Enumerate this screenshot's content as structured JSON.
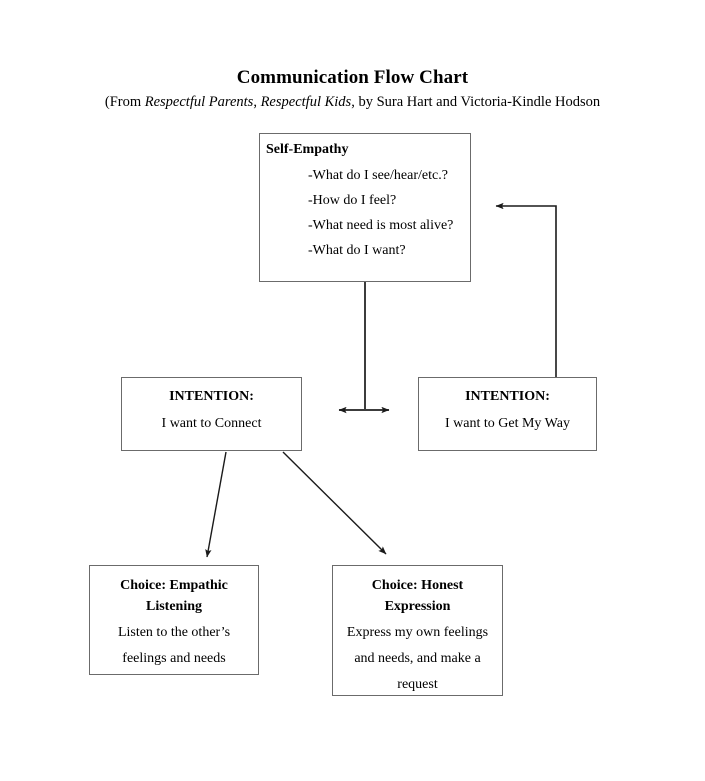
{
  "document": {
    "title": "Communication Flow Chart",
    "attribution": {
      "prefix": "(From ",
      "work_1": "Respectful Parents",
      "separator": ", ",
      "work_2": "Respectful Kids",
      "suffix": ", by Sura Hart and Victoria-Kindle Hodson"
    }
  },
  "nodes": {
    "self_empathy": {
      "heading": "Self-Empathy",
      "questions": [
        "-What do I see/hear/etc.?",
        "-How do I feel?",
        "-What need is most alive?",
        "-What do I want?"
      ]
    },
    "intention_connect": {
      "title": "INTENTION:",
      "body": "I want to Connect"
    },
    "intention_get_my_way": {
      "title": "INTENTION:",
      "body": "I want to Get My Way"
    },
    "choice_empathic": {
      "title_line_1": "Choice: Empathic",
      "title_line_2": "Listening",
      "body_line_1": "Listen to the other’s",
      "body_line_2": "feelings and needs"
    },
    "choice_honest": {
      "title_line_1": "Choice: Honest",
      "title_line_2": "Expression",
      "body_line_1": "Express my own feelings",
      "body_line_2": "and needs, and make a",
      "body_line_3": "request"
    }
  },
  "connectors": [
    {
      "name": "self-empathy-down-stem",
      "kind": "line",
      "from": "self_empathy",
      "to": "double-arrow-junction"
    },
    {
      "name": "intention-double-arrow",
      "kind": "double-arrow",
      "from": "intention_connect",
      "to": "intention_get_my_way"
    },
    {
      "name": "get-my-way-back-to-self-empathy",
      "kind": "arrow",
      "from": "intention_get_my_way",
      "to": "self_empathy"
    },
    {
      "name": "connect-to-empathic-listening",
      "kind": "arrow",
      "from": "intention_connect",
      "to": "choice_empathic"
    },
    {
      "name": "connect-to-honest-expression",
      "kind": "arrow",
      "from": "intention_connect",
      "to": "choice_honest"
    }
  ],
  "colors": {
    "page_background": "#ffffff",
    "text": "#000000",
    "box_border": "#6b6b6b",
    "connector": "#2b2b2b"
  }
}
